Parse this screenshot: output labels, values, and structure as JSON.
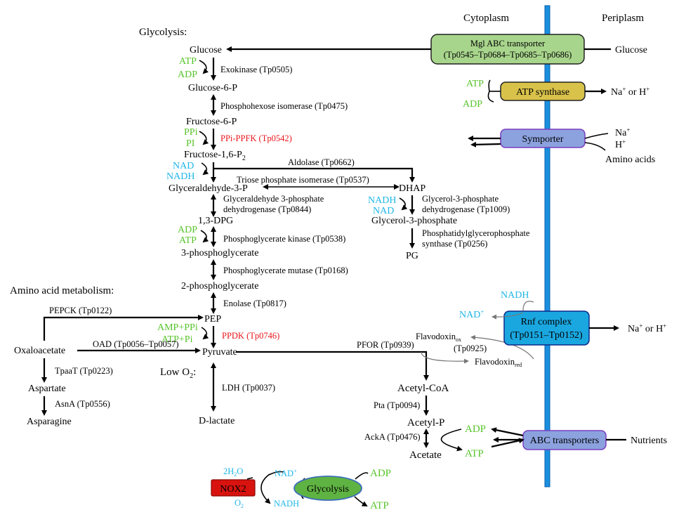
{
  "header": {
    "cytoplasm": "Cytoplasm",
    "periplasm": "Periplasm"
  },
  "glycolysis": {
    "title": "Glycolysis:",
    "glucose": "Glucose",
    "atp1": "ATP",
    "adp1": "ADP",
    "exokinase": "Exokinase (Tp0505)",
    "g6p": "Glucose-6-P",
    "phi": "Phosphohexose isomerase (Tp0475)",
    "f6p": "Fructose-6-P",
    "ppi": "PPi",
    "pi": "PI",
    "ppfk": "PPi-PPFK (Tp0542)",
    "f16p": "Fructose-1,6-P",
    "f16p_sub": "2",
    "nad": "NAD",
    "nadh": "NADH",
    "aldolase": "Aldolase (Tp0662)",
    "tpi": "Triose phosphate isomerase (Tp0537)",
    "g3p": "Glyceraldehyde-3-P",
    "dhap": "DHAP",
    "gapdh1": "Glyceraldehyde 3-phosphate",
    "gapdh2": "dehydrogenase (Tp0844)",
    "dpg": "1,3-DPG",
    "adp2": "ADP",
    "atp2": "ATP",
    "pgk": "Phosphoglycerate kinase (Tp0538)",
    "pg3": "3-phosphoglycerate",
    "pgm": "Phosphoglycerate mutase (Tp0168)",
    "pg2": "2-phosphoglycerate",
    "enolase": "Enolase (Tp0817)",
    "pep": "PEP",
    "amp_ppi": "AMP+PPi",
    "atp_pi": "ATP+Pi",
    "ppdk": "PPDK (Tp0746)",
    "pyruvate": "Pyruvate",
    "low_o2": "Low O",
    "low_o2_sub": "2",
    "ldh": "LDH (Tp0037)",
    "dlactate": "D-lactate"
  },
  "glycerol": {
    "nadh": "NADH",
    "nad": "NAD",
    "g3pdh1": "Glycerol-3-phosphate",
    "g3pdh2": "dehydrogenase (Tp1009)",
    "g3phos": "Glycerol-3-phosphate",
    "pgps1": "Phosphatidylglycerophosphate",
    "pgps2": "synthase (Tp0256)",
    "pg": "PG"
  },
  "amino": {
    "title": "Amino acid metabolism:",
    "pepck": "PEPCK (Tp0122)",
    "oxaloacetate": "Oxaloacetate",
    "oad": "OAD (Tp0056–Tp0057)",
    "tpaat": "TpaaT (Tp0223)",
    "aspartate": "Aspartate",
    "asna": "AsnA (Tp0556)",
    "asparagine": "Asparagine"
  },
  "acetate": {
    "pfor": "PFOR (Tp0939)",
    "acetyl_coa": "Acetyl-CoA",
    "pta": "Pta (Tp0094)",
    "acetyl_p": "Acetyl-P",
    "acka": "AckA (Tp0476)",
    "acetate": "Acetate",
    "adp": "ADP",
    "atp": "ATP"
  },
  "flavodoxin": {
    "ox": "Flavodoxin",
    "ox_sub": "ox",
    "tp0925": "(Tp0925)",
    "red": "Flavodoxin",
    "red_sub": "red"
  },
  "membrane": {
    "mgl_line1": "Mgl ABC transporter",
    "mgl_line2": "(Tp0545–Tp0684–Tp0685–Tp0686)",
    "glucose_out": "Glucose",
    "atp_synthase": "ATP synthase",
    "atp": "ATP",
    "adp": "ADP",
    "na_h1": "Na",
    "or1": " or H",
    "symporter": "Symporter",
    "na2": "Na",
    "h2": "H",
    "amino_acids": "Amino acids",
    "rnf1": "Rnf complex",
    "rnf2": "(Tp0151–Tp0152)",
    "rnf_nadh": "NADH",
    "rnf_nad": "NAD",
    "na_h3": "Na",
    "or3": " or H",
    "abc": "ABC transporters",
    "nutrients": "Nutrients"
  },
  "nox": {
    "label": "NOX2",
    "h2o": "2H",
    "h2o_sub": "2",
    "h2o_end": "O",
    "o2": "O",
    "o2_sub": "2",
    "nad": "NAD",
    "nadh": "NADH",
    "glycolysis": "Glycolysis",
    "adp": "ADP",
    "atp": "ATP"
  },
  "colors": {
    "mgl": "#a8d58c",
    "atp_synthase": "#d9c24a",
    "symporter": "#8ca2de",
    "rnf": "#1aa7e0",
    "abc": "#8ca2de",
    "membrane": "#1a8fe0",
    "nox2": "#d8130f",
    "glycolysis_ellipse": "#5fb342",
    "green_text": "#57c42a",
    "cyan_text": "#1fb6e8",
    "red_text": "#e8161b"
  }
}
